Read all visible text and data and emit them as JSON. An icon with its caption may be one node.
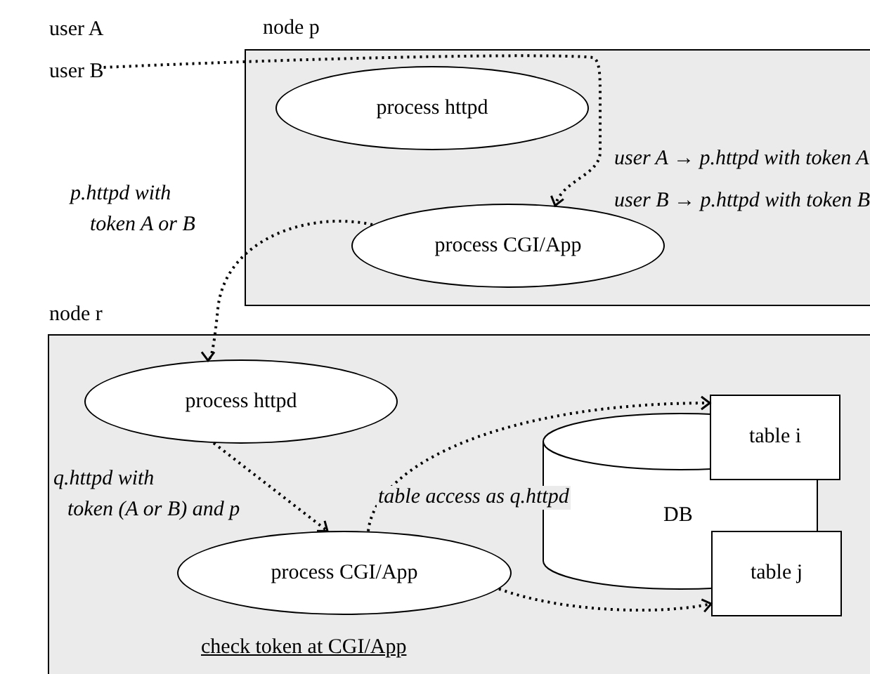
{
  "diagram": {
    "nodes": [
      {
        "text": [
          "user B"
        ]
      },
      {
        "text": [
          "node p"
        ]
      },
      {
        "text": [
          "process httpd"
        ],
        "in": 1
      },
      {
        "text": [
          "process CGI/App"
        ],
        "in": 1
      },
      {
        "text": [
          "node r"
        ]
      },
      {
        "text": [
          "process httpd"
        ],
        "in": 4
      },
      {
        "text": [
          "process CGI/App"
        ],
        "in": 4
      },
      {
        "text": [
          "DB"
        ],
        "in": 4
      },
      {
        "text": [
          "table i"
        ],
        "in": 4
      },
      {
        "text": [
          "table j"
        ],
        "in": 4
      }
    ],
    "edges": [
      {
        "from": 0,
        "to": 3,
        "arrow": "to"
      },
      {
        "from": 3,
        "to": 5,
        "arrow": "to"
      },
      {
        "from": 5,
        "to": 6,
        "arrow": "to"
      },
      {
        "from": 6,
        "to": 8,
        "arrow": "to"
      },
      {
        "from": 6,
        "to": 9,
        "arrow": "to"
      }
    ],
    "labels": [
      "user A",
      "user A → p.httpd with token A",
      "p.httpd with token A or B",
      "user B → p.httpd with token B",
      "q.httpd with token (A or B) and p",
      "table access as q.httpd",
      "check token at CGI/App"
    ]
  }
}
